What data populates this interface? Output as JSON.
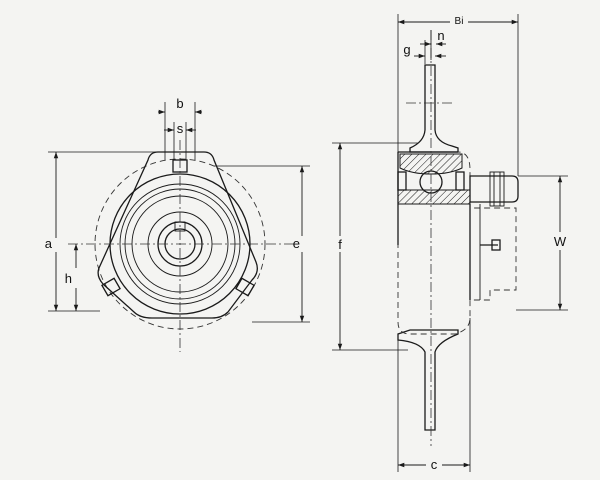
{
  "dimensions": {
    "b": "b",
    "s": "s",
    "a": "a",
    "h": "h",
    "e": "e",
    "f": "f",
    "bi": "Bi",
    "n": "n",
    "g": "g",
    "w": "W",
    "c": "c"
  },
  "colors": {
    "background": "#f4f4f2",
    "line": "#1a1a1a"
  }
}
